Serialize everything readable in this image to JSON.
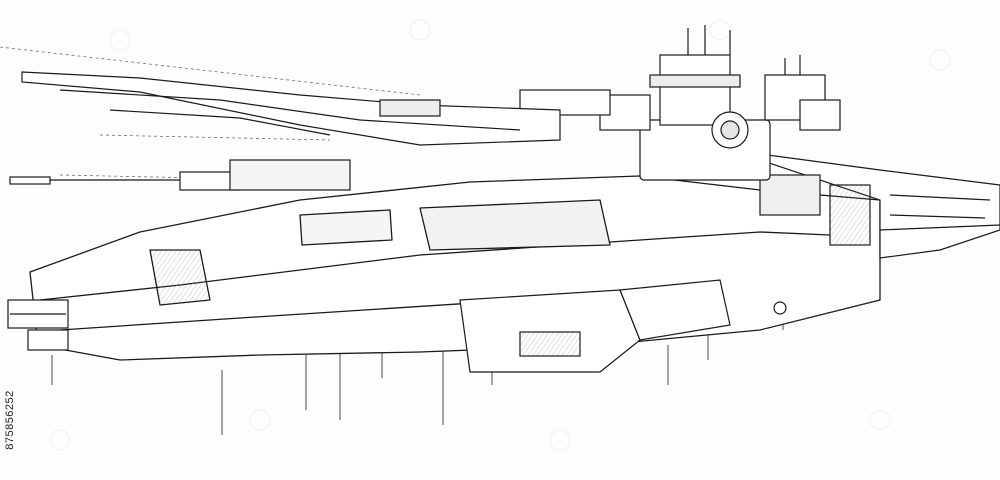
{
  "image": {
    "subject": "spaceship",
    "style": "line-art",
    "colors": {
      "ink": "#1a1a1a",
      "shade": "#bdbdbd",
      "paper": "#fdfdfd",
      "watermark": "#e8e8e8"
    }
  },
  "stock_id": "875856252"
}
